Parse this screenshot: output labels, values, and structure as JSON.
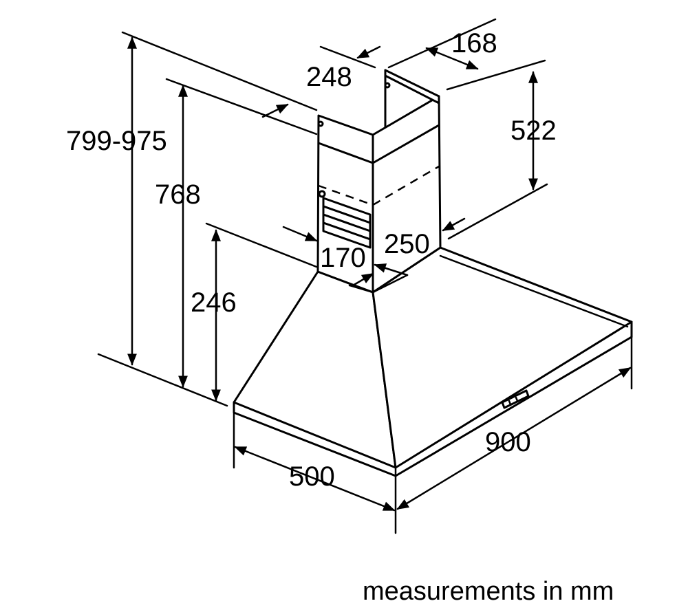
{
  "title": "",
  "dimensions": {
    "chimney_width": "168",
    "chimney_depth": "248",
    "upper_chimney_height": "522",
    "overall_height": "799-975",
    "height_to_chimney_top": "768",
    "canopy_height": "246",
    "chimney_side_depth": "170",
    "chimney_front_width": "250",
    "hood_width": "900",
    "hood_depth": "500"
  },
  "caption": "measurements in mm",
  "colors": {
    "line": "#000000",
    "background": "#ffffff"
  }
}
